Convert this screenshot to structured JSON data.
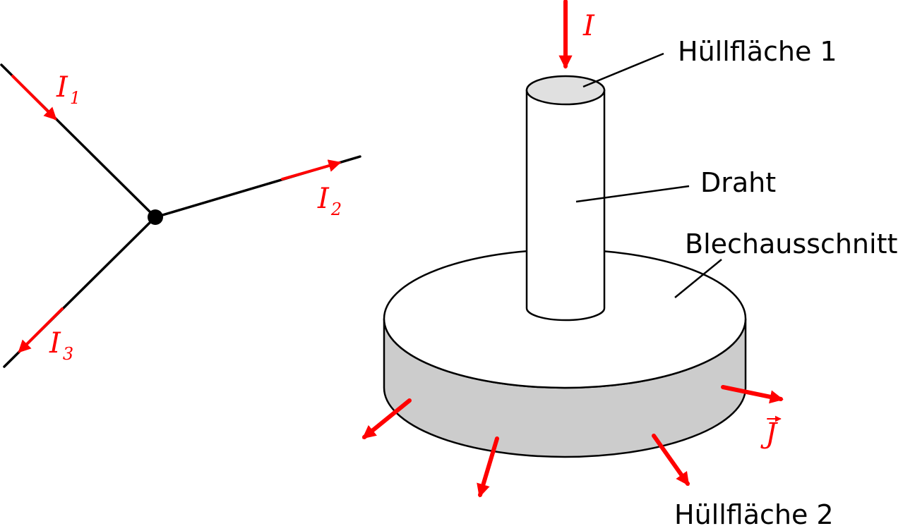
{
  "node": {
    "currents": [
      {
        "symbol": "I",
        "index": "1"
      },
      {
        "symbol": "I",
        "index": "2"
      },
      {
        "symbol": "I",
        "index": "3"
      }
    ]
  },
  "conductor": {
    "current_symbol": "I",
    "density_symbol": "J",
    "labels": {
      "surface1": "Hüllfläche 1",
      "wire": "Draht",
      "sheet": "Blechausschnitt",
      "surface2": "Hüllfläche 2"
    }
  },
  "colors": {
    "current": "#ff0000",
    "line": "#000000",
    "top_face": "#e0e0e0",
    "side_face": "#cccccc"
  }
}
